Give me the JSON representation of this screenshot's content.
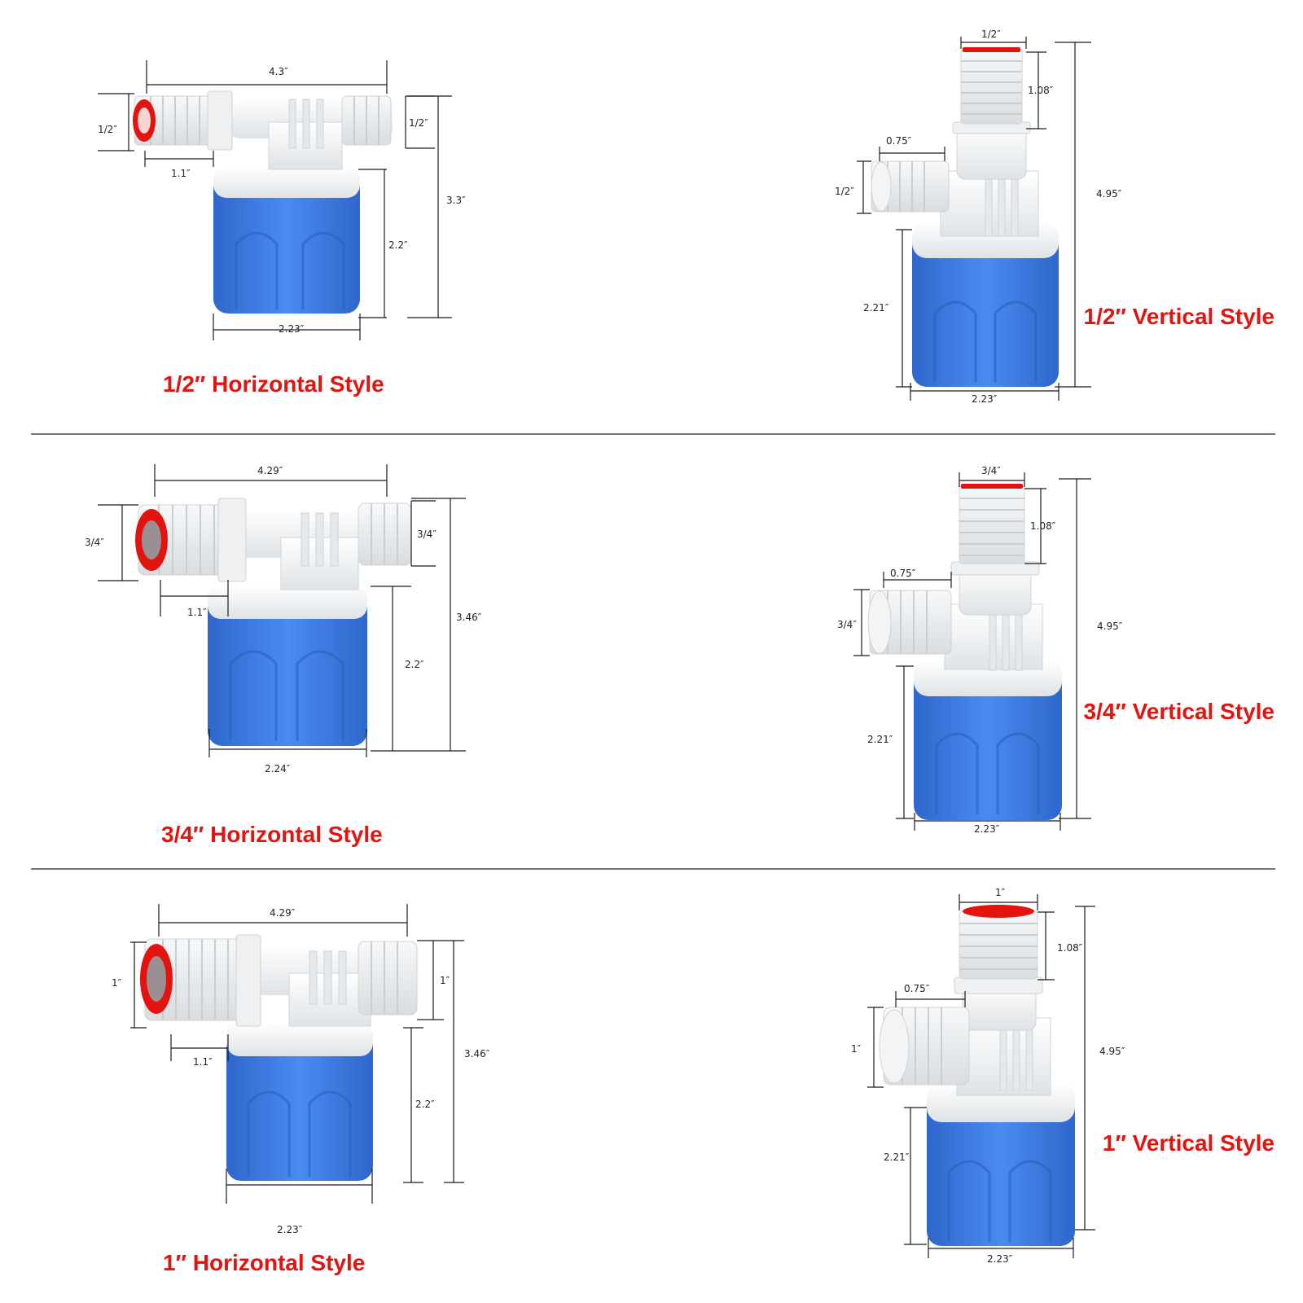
{
  "colors": {
    "accent_red": "#e3140f",
    "float_blue": "#3f7fe6",
    "float_blue_dark": "#2f67cc",
    "body_white": "#f4f6f7",
    "dim_line": "#1a1a1a"
  },
  "rows": [
    {
      "horizontal": {
        "label": "1/2″ Horizontal Style",
        "dims": {
          "width": "4.3″",
          "inlet": "1/2″",
          "outlet": "1/2″",
          "offset": "1.1″",
          "height": "3.3″",
          "float_h": "2.2″",
          "float_w": "2.23″"
        }
      },
      "vertical": {
        "label": "1/2″ Vertical Style",
        "dims": {
          "top": "1/2″",
          "top_h": "1.08″",
          "side_w": "0.75″",
          "side": "1/2″",
          "height": "4.95″",
          "float_h": "2.21″",
          "float_w": "2.23″"
        }
      }
    },
    {
      "horizontal": {
        "label": "3/4″ Horizontal Style",
        "dims": {
          "width": "4.29″",
          "inlet": "3/4″",
          "outlet": "3/4″",
          "offset": "1.1″",
          "height": "3.46″",
          "float_h": "2.2″",
          "float_w": "2.24″"
        }
      },
      "vertical": {
        "label": "3/4″ Vertical Style",
        "dims": {
          "top": "3/4″",
          "top_h": "1.08″",
          "side_w": "0.75″",
          "side": "3/4″",
          "height": "4.95″",
          "float_h": "2.21″",
          "float_w": "2.23″"
        }
      }
    },
    {
      "horizontal": {
        "label": "1″ Horizontal Style",
        "dims": {
          "width": "4.29″",
          "inlet": "1″",
          "outlet": "1″",
          "offset": "1.1″",
          "height": "3.46″",
          "float_h": "2.2″",
          "float_w": "2.23″"
        }
      },
      "vertical": {
        "label": "1″ Vertical Style",
        "dims": {
          "top": "1″",
          "top_h": "1.08″",
          "side_w": "0.75″",
          "side": "1″",
          "height": "4.95″",
          "float_h": "2.21″",
          "float_w": "2.23″"
        }
      }
    }
  ]
}
